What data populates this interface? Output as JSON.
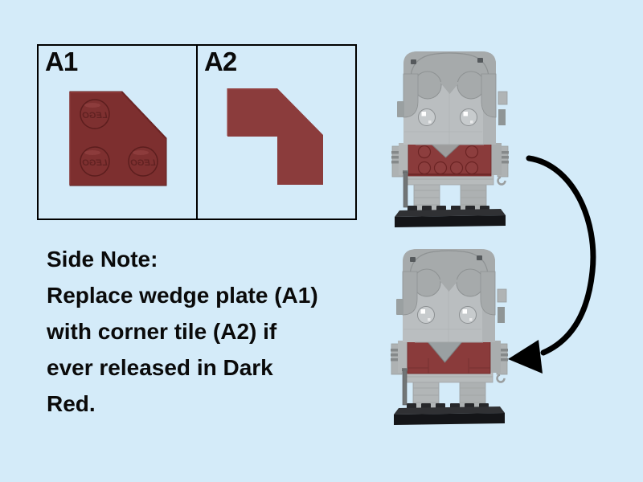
{
  "page": {
    "background": "#d4ebf9"
  },
  "colors": {
    "background": "#d4ebf9",
    "border": "#000000",
    "text": "#0a0a0a",
    "plate_red": "#7d2f2f",
    "tile_red": "#8b3c3c",
    "torso_red": "#8a3b3b",
    "figure_gray": "#babec0",
    "hair_gray": "#a6aaab",
    "leg_gray": "#b2b6b7",
    "base_black": "#141518",
    "arrow": "#000000"
  },
  "parts_panel": {
    "cells": [
      {
        "label": "A1",
        "image": "dark-red-wedge-plate-2x2-with-studs"
      },
      {
        "label": "A2",
        "image": "dark-red-corner-tile-2x2-top-view"
      }
    ]
  },
  "side_note": {
    "lines": [
      "Side Note:",
      "Replace wedge plate (A1)",
      "with corner tile (A2) if",
      "ever released in Dark",
      "Red."
    ]
  },
  "figures": {
    "top": "brickheadz-figure-with-studded-dark-red-vest",
    "bottom": "brickheadz-figure-with-smooth-dark-red-vest",
    "arrow": "curved-black-arrow-pointing-to-bottom-figure"
  },
  "stud_text": "LEGO"
}
